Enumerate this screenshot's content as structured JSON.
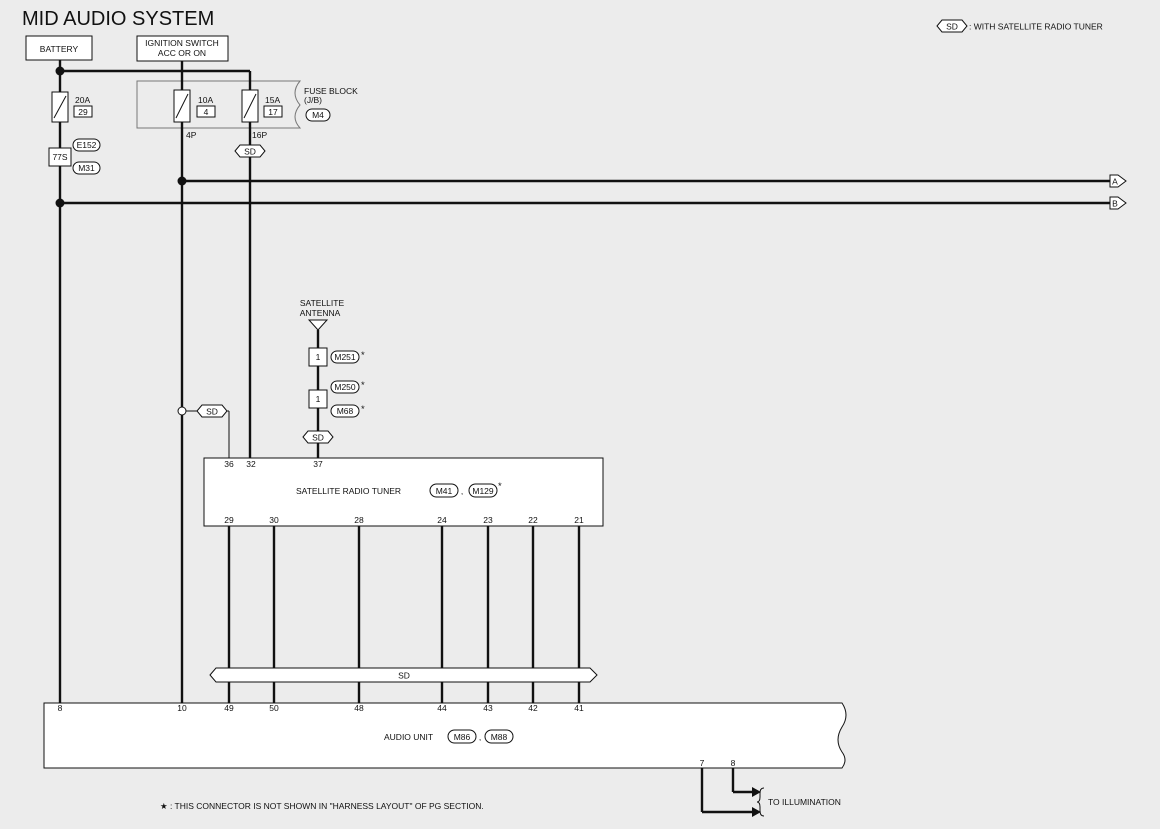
{
  "title": "MID AUDIO SYSTEM",
  "legend": {
    "sd_code": "SD",
    "sd_text": ": WITH SATELLITE RADIO TUNER"
  },
  "battery": "BATTERY",
  "ignition": {
    "line1": "IGNITION SWITCH",
    "line2": "ACC OR ON"
  },
  "fuse_block": {
    "line1": "FUSE BLOCK",
    "line2": "(J/B)",
    "connector": "M4"
  },
  "fuses": {
    "battery_fuse": {
      "amp": "20A",
      "num": "29"
    },
    "fuse_10a": {
      "amp": "10A",
      "num": "4",
      "pin": "4P"
    },
    "fuse_15a": {
      "amp": "15A",
      "num": "17",
      "pin": "16P"
    }
  },
  "battery_connectors": {
    "pin": "77S",
    "c1": "E152",
    "c2": "M31"
  },
  "sd": "SD",
  "arrows": {
    "a": "A",
    "b": "B"
  },
  "antenna": {
    "line1": "SATELLITE",
    "line2": "ANTENNA",
    "pin_a": "1",
    "conn_a": "M251",
    "pin_b": "1",
    "conn_b1": "M250",
    "conn_b2": "M68",
    "star": "*"
  },
  "tuner": {
    "name": "SATELLITE RADIO TUNER",
    "conn1": "M41",
    "sep": ",",
    "conn2": "M129",
    "star": "*",
    "top_pins": [
      "36",
      "32",
      "37"
    ],
    "bottom_pins": [
      "29",
      "30",
      "28",
      "24",
      "23",
      "22",
      "21"
    ]
  },
  "audio_unit": {
    "name": "AUDIO UNIT",
    "conn1": "M86",
    "sep": ",",
    "conn2": "M88",
    "pins": [
      "8",
      "10",
      "49",
      "50",
      "48",
      "44",
      "43",
      "42",
      "41"
    ],
    "illum_pins": [
      "7",
      "8"
    ]
  },
  "illumination": "TO ILLUMINATION",
  "footnote": "★ : THIS CONNECTOR IS NOT SHOWN IN \"HARNESS LAYOUT\" OF PG SECTION."
}
